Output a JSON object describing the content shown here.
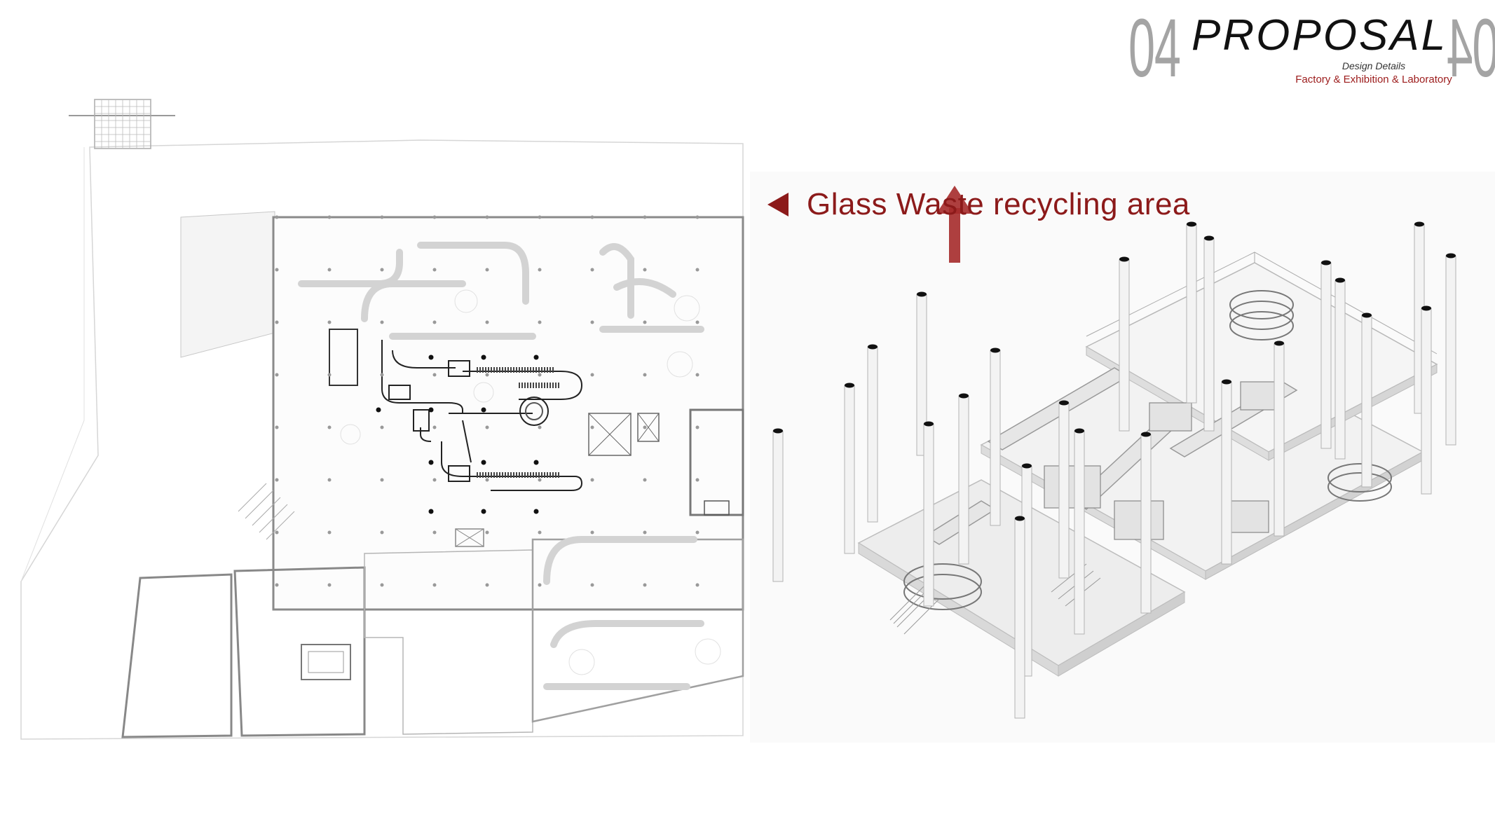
{
  "header": {
    "section_number": "04",
    "title": "PROPOSAL",
    "subtitle": "Design Details",
    "subtitle_detail": "Factory & Exhibition & Laboratory",
    "accent_color": "#9c1b1b",
    "number_color": "#a4a4a4"
  },
  "callout": {
    "label": "Glass Waste recycling area",
    "arrow_icon": "triangle-left-icon",
    "color": "#8c1a1a"
  },
  "drawings": {
    "plan": "floor-plan-drawing",
    "isometric": "isometric-structure-drawing",
    "exhaust_icon": "arrow-up-icon"
  }
}
